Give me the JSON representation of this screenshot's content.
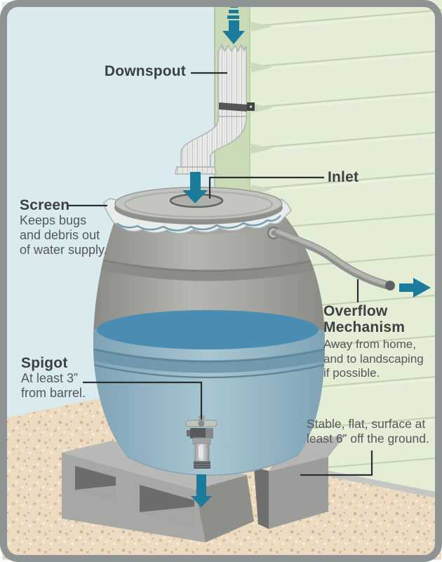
{
  "figure": {
    "type": "infographic-diagram",
    "subject": "rain-barrel-system",
    "labels": {
      "downspout": {
        "title": "Downspout"
      },
      "inlet": {
        "title": "Inlet"
      },
      "screen": {
        "title": "Screen",
        "lines": [
          "Keeps bugs",
          "and debris out",
          "of water supply."
        ]
      },
      "spigot": {
        "title": "Spigot",
        "lines": [
          "At least 3”",
          "from barrel."
        ]
      },
      "overflow": {
        "title_lines": [
          "Overflow",
          "Mechanism"
        ],
        "lines": [
          "Away from home,",
          "and to landscaping",
          "if possible."
        ]
      },
      "surface": {
        "lines": [
          "Stable, flat, surface at",
          "least 6” off the ground."
        ]
      }
    },
    "arrows": {
      "roof_inflow": "down-into-downspout",
      "inlet_inflow": "down-into-barrel",
      "spigot_outflow": "down-from-spigot",
      "overflow_outflow": "right-away-from-home"
    },
    "colors": {
      "arrow_teal": "#1b7b9b",
      "water_surface": "#4a8cb2",
      "water_body": "#a9c6d1",
      "sky": "#d9ebee",
      "siding": "#e4edd6",
      "corner_board": "#c9dab6",
      "sand": "#ecdbc1",
      "barrel_gray": "#b5b6b2",
      "frame_gray": "#8e9393",
      "label_title": "#3c4043",
      "label_text": "#54585a",
      "leader_line": "#2b2f31"
    }
  }
}
